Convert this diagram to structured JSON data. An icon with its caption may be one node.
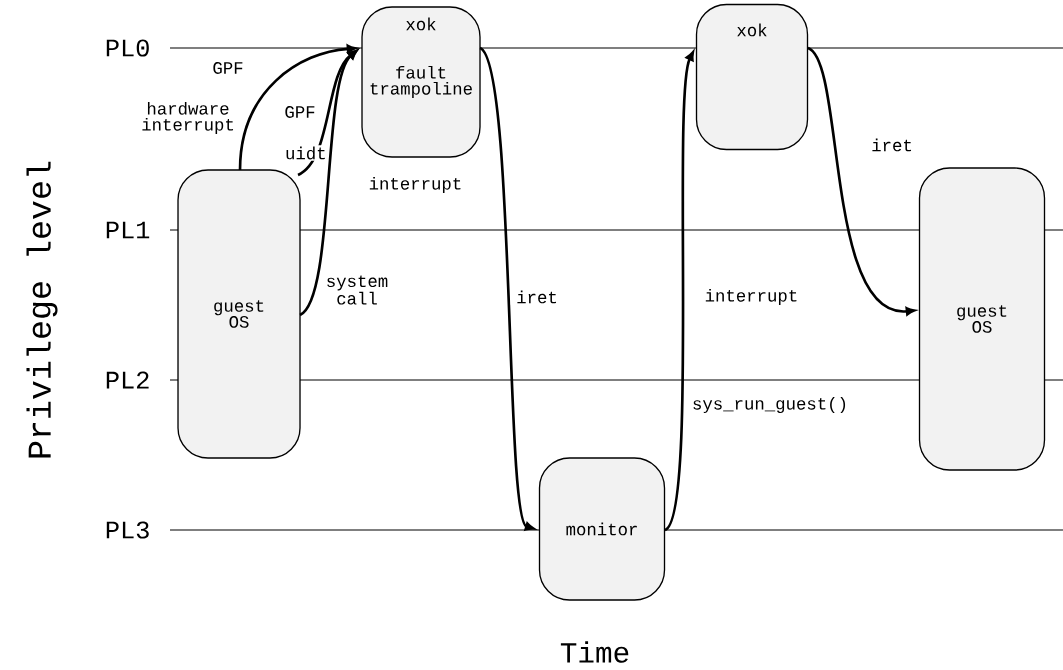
{
  "diagram": {
    "nodes": [
      {
        "text": [
          "xok",
          "fault trampoline"
        ]
      },
      {
        "text": [
          "guest OS"
        ]
      },
      {
        "text": [
          "monitor"
        ]
      },
      {
        "text": [
          "xok"
        ]
      },
      {
        "text": [
          "guest OS"
        ]
      }
    ],
    "edges": [
      {
        "from": 1,
        "to": 0,
        "arrow": "to",
        "label": "hardware interrupt"
      },
      {
        "from": 1,
        "to": 0,
        "arrow": "to",
        "label": "uidt"
      },
      {
        "from": 1,
        "to": 0,
        "arrow": "to",
        "label": "system call"
      },
      {
        "from": 0,
        "to": 2,
        "arrow": "to",
        "label": "iret"
      },
      {
        "from": 2,
        "to": 3,
        "arrow": "to",
        "label": "sys_run_guest()"
      },
      {
        "from": 3,
        "to": 4,
        "arrow": "to",
        "label": "iret"
      }
    ],
    "labels": [
      "PL0",
      "GPF",
      "GPF",
      "interrupt",
      "PL1",
      "PL2",
      "PL3",
      "interrupt",
      "Privilege level",
      "Time"
    ]
  }
}
